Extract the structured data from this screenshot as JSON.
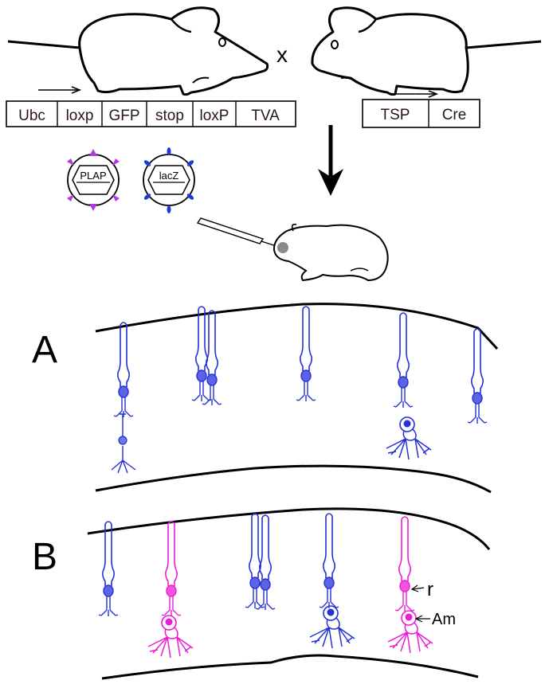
{
  "cross_symbol": "x",
  "transgene_left": {
    "segments": [
      "Ubc",
      "loxp",
      "GFP",
      "stop",
      "loxP",
      "TVA"
    ]
  },
  "transgene_right": {
    "segments": [
      "TSP",
      "Cre"
    ]
  },
  "viruses": [
    {
      "label": "PLAP",
      "spike_color": "#b13adb"
    },
    {
      "label": "lacZ",
      "spike_color": "#1f3bd6"
    }
  ],
  "panels": [
    {
      "label": "A"
    },
    {
      "label": "B"
    }
  ],
  "cell_labels": {
    "rod": "r",
    "amacrine": "Am"
  },
  "colors": {
    "lacz_cells": "#2430d8",
    "plap_cells": "#ee1bd6",
    "outline": "#000000"
  }
}
